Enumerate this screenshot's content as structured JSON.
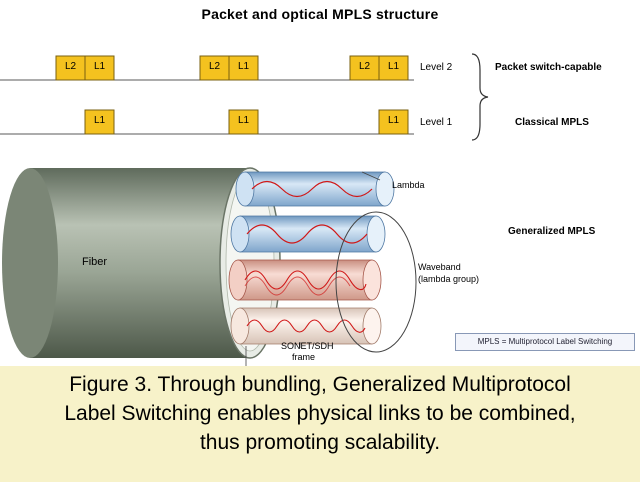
{
  "title": "Packet and optical MPLS structure",
  "labels": {
    "l2": "L2",
    "l1": "L1",
    "level2": "Level 2",
    "level1": "Level 1",
    "packet_switch": "Packet switch-capable",
    "classical_mpls": "Classical MPLS",
    "generalized_mpls": "Generalized MPLS",
    "fiber": "Fiber",
    "lambda": "Lambda",
    "waveband_1": "Waveband",
    "waveband_2": "(lambda group)",
    "sonet_1": "SONET/SDH",
    "sonet_2": "frame",
    "abbreviation": "MPLS = Multiprotocol Label Switching"
  },
  "caption": {
    "line1": "Figure 3. Through bundling, Generalized Multiprotocol",
    "line2": "Label Switching enables physical links to be combined,",
    "line3": "thus promoting scalability."
  },
  "colors": {
    "label_fill": "#f4c21f",
    "label_border": "#7a6010",
    "fiber": "#8f9b8a",
    "lambda_tube": "#9fc3e4",
    "waveband_tube": "#e9b3a6",
    "sonet_tube": "#f2e0d6",
    "wave": "#d01818",
    "caption_bg": "#f7f2c9"
  }
}
